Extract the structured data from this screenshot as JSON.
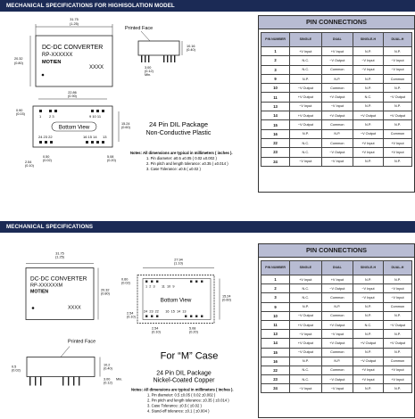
{
  "section1": {
    "header": "MECHANICAL SPECIFICATIONS FOR HIGHISOLATION MODEL",
    "top_dim": "31.75",
    "top_dim_in": "(1.25)",
    "left_dim": "20.32",
    "left_dim_in": "(0.80)",
    "label_line1": "DC-DC CONVERTER",
    "label_line2": "RP-XXXXXX",
    "label_brand": "MOTIEN",
    "label_code": "XXXX",
    "printed_face": "Printed Face",
    "side_dim": "10.16",
    "side_dim_in": "(0.40)",
    "pin_len": "3.00",
    "pin_len_in": "(0.12)",
    "pin_len_min": "Min.",
    "bottom_width": "22.86",
    "bottom_width_in": "(0.90)",
    "left_small": "0.90",
    "left_small_in": "(0.03)",
    "right_dim": "15.24",
    "right_dim_in": "(0.60)",
    "bottom_view": "Bottom  View",
    "pins_top_left": "1",
    "pins_top_mid": "2  3",
    "pins_top_right": "9  10  11",
    "pins_bot_left": "24  23  22",
    "pins_bot_mid": "16  15  14",
    "pins_bot_right": "13",
    "bot_dim1": "0.50",
    "bot_dim1_in": "(0.02)",
    "bot_dim2": "2.54",
    "bot_dim2_in": "(0.10)",
    "bot_dim3": "5.08",
    "bot_dim3_in": "(0.20)",
    "package": "24 Pin DIL Package",
    "package_case": "Non-Conductive Plastic",
    "notes_title": "Notes: All dimensions are typical in millimeters ( inches ).",
    "note1": "1. Pin diameter: ø0.5 ±0.05 ( 0.02 ±0.002 )",
    "note2": "2. Pin pitch and length tolerance: ±0.35 ( ±0.014 )",
    "note3": "3. Case Tolerance: ±0.5 ( ±0.02 )"
  },
  "section2": {
    "header": "MECHANICAL SPECIFICATIONS",
    "top_dim": "31.75",
    "top_dim_in": "(1.25)",
    "left_dim": "20.32",
    "left_dim_in": "(0.80)",
    "label_line1": "DC-DC CONVERTER",
    "label_line2": "RP-XXXXXXM",
    "label_brand": "MOTIEN",
    "label_code": "XXXX",
    "mid_top_dim": "27.94",
    "mid_top_dim_in": "(1.10)",
    "mid_left_dim": "0.60",
    "mid_left_dim_in": "(0.02)",
    "mid_right_dim": "15.24",
    "mid_right_dim_in": "(0.60)",
    "mid_bottom_left": "2.54",
    "mid_bottom_left_in": "(0.10)",
    "mid_bottom_right": "5.08",
    "mid_bottom_right_in": "(0.20)",
    "mid_left_small": "2.54",
    "mid_left_small_in": "(0.10)",
    "bottom_view": "Bottom View",
    "pins_top": "1  2  3       11  10  9",
    "pins_bot": "24  23  22       16  15  14  13",
    "printed_face": "Printed Face",
    "side_left_dim": "0.5",
    "side_left_dim_in": "(0.02)",
    "side_right_dim": "10.2",
    "side_right_dim_in": "(0.40)",
    "pin_len": "3.00",
    "pin_len_in": "(0.12)",
    "pin_len_min": "Min.",
    "m_case": "For “M” Case",
    "package": "24 Pin DIL Package",
    "package_case": "Nickel-Coated Copper",
    "notes_title": "Notes: All dimensions are typical in millimeters ( inches ).",
    "note1": "1. Pin diameter: 0.5 ±0.05 ( 0.02 ±0.002 )",
    "note2": "2. Pin pitch and length tolerance: ±0.35 ( ±0.014 )",
    "note3": "3. Case Tolerance: ±0.5 ( ±0.02 )",
    "note4": "4. Stand-off tolerance: ±0.1 ( ±0.004 )"
  },
  "pin_table": {
    "title": "PIN CONNECTIONS",
    "columns": [
      "PIN NUMBER",
      "SINGLE",
      "DUAL",
      "SINGLE-H",
      "DUAL-H"
    ],
    "rows": [
      [
        "1",
        "+V Input",
        "+V Input",
        "N.P.",
        "N.P."
      ],
      [
        "2",
        "N.C.",
        "−V Output",
        "−V Input",
        "−V Input"
      ],
      [
        "3",
        "N.C.",
        "Common",
        "−V Input",
        "−V Input"
      ],
      [
        "9",
        "N.P.",
        "N.P.",
        "N.P.",
        "Common"
      ],
      [
        "10",
        "−V Output",
        "Common",
        "N.P.",
        "N.P."
      ],
      [
        "11",
        "+V Output",
        "+V Output",
        "N.C.",
        "−V Output"
      ],
      [
        "13",
        "−V Input",
        "−V Input",
        "N.P.",
        "N.P."
      ],
      [
        "14",
        "+V Output",
        "+V Output",
        "+V Output",
        "+V Output"
      ],
      [
        "15",
        "−V Output",
        "Common",
        "N.P.",
        "N.P."
      ],
      [
        "16",
        "N.P.",
        "N.P.",
        "−V Output",
        "Common"
      ],
      [
        "22",
        "N.C.",
        "Common",
        "+V Input",
        "+V Input"
      ],
      [
        "23",
        "N.C.",
        "−V Output",
        "+V Input",
        "+V Input"
      ],
      [
        "24",
        "−V Input",
        "−V Input",
        "N.P.",
        "N.P."
      ]
    ]
  }
}
